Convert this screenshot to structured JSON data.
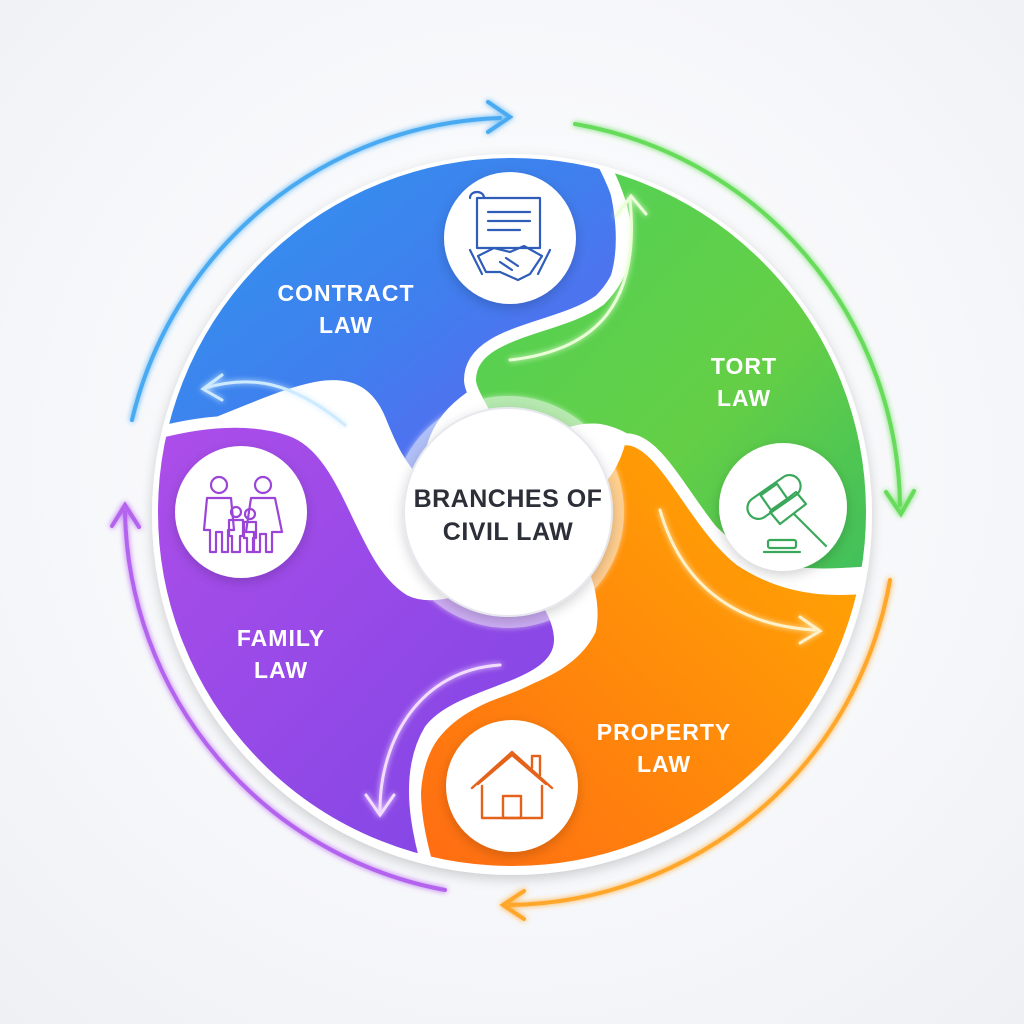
{
  "center": {
    "line1": "BRANCHES OF",
    "line2": "CIVIL LAW"
  },
  "segments": [
    {
      "line1": "CONTRACT",
      "line2": "LAW",
      "icon": "handshake-contract-icon",
      "color_start": "#19b2ec",
      "color_end": "#6d5cf0"
    },
    {
      "line1": "TORT",
      "line2": "LAW",
      "icon": "bandage-gavel-icon",
      "color_start": "#a8dc46",
      "color_end": "#3fbf62"
    },
    {
      "line1": "PROPERTY",
      "line2": "LAW",
      "icon": "house-icon",
      "color_start": "#ffb000",
      "color_end": "#ff6a16"
    },
    {
      "line1": "FAMILY",
      "line2": "LAW",
      "icon": "family-icon",
      "color_start": "#b24dea",
      "color_end": "#7f44e6"
    }
  ],
  "colors": {
    "contract": "#3a8ef0",
    "tort": "#62cc4c",
    "property": "#ff8a0c",
    "family": "#9a48e8",
    "center_text": "#2c2e38"
  }
}
